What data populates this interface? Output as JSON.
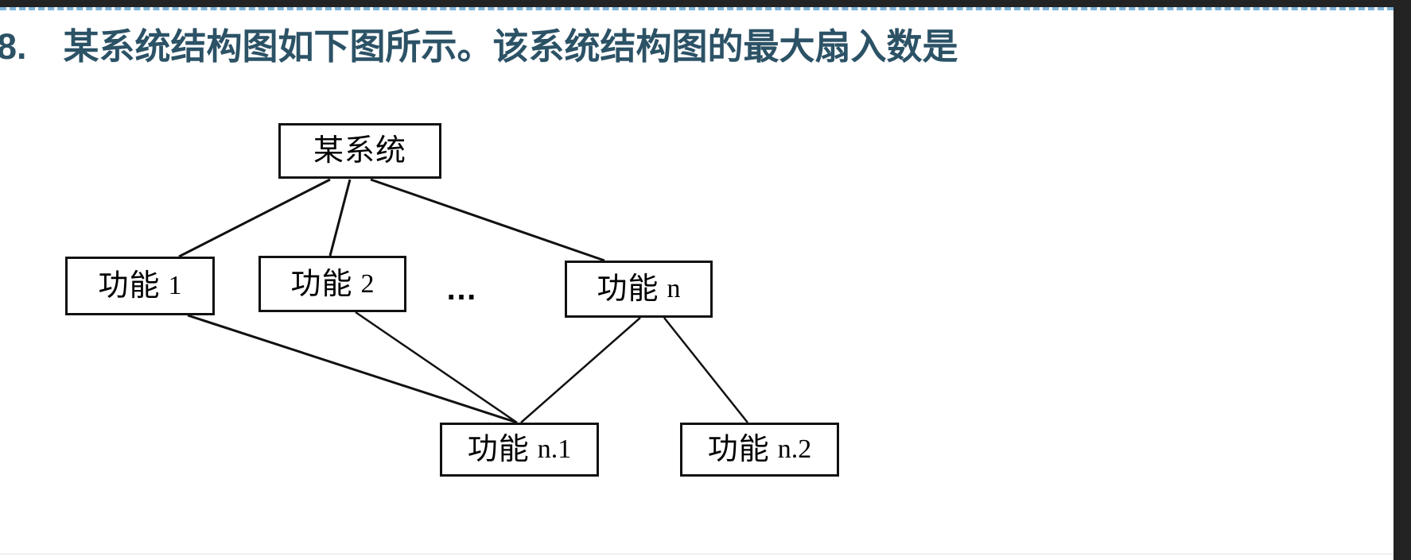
{
  "page": {
    "background": "#ffffff",
    "chrome_color": "#232323",
    "dashed_rule_color": "#7fb3d8",
    "heading_color": "#2c5266",
    "node_border_color": "#111111",
    "edge_color": "#111111"
  },
  "question": {
    "number": "8.",
    "text": "某系统结构图如下图所示。该系统结构图的最大扇入数是"
  },
  "diagram": {
    "ellipsis": "…",
    "nodes": [
      {
        "id": "root",
        "cjk": "某系统",
        "suffix": ""
      },
      {
        "id": "f1",
        "cjk": "功能",
        "suffix": "1"
      },
      {
        "id": "f2",
        "cjk": "功能",
        "suffix": "2"
      },
      {
        "id": "fn",
        "cjk": "功能",
        "suffix": "n"
      },
      {
        "id": "fn1",
        "cjk": "功能",
        "suffix": "n.1"
      },
      {
        "id": "fn2",
        "cjk": "功能",
        "suffix": "n.2"
      }
    ],
    "edges": [
      {
        "from": "root",
        "to": "f1"
      },
      {
        "from": "root",
        "to": "f2"
      },
      {
        "from": "root",
        "to": "fn"
      },
      {
        "from": "f1",
        "to": "fn1"
      },
      {
        "from": "f2",
        "to": "fn1"
      },
      {
        "from": "fn",
        "to": "fn1"
      },
      {
        "from": "fn",
        "to": "fn2"
      }
    ]
  }
}
